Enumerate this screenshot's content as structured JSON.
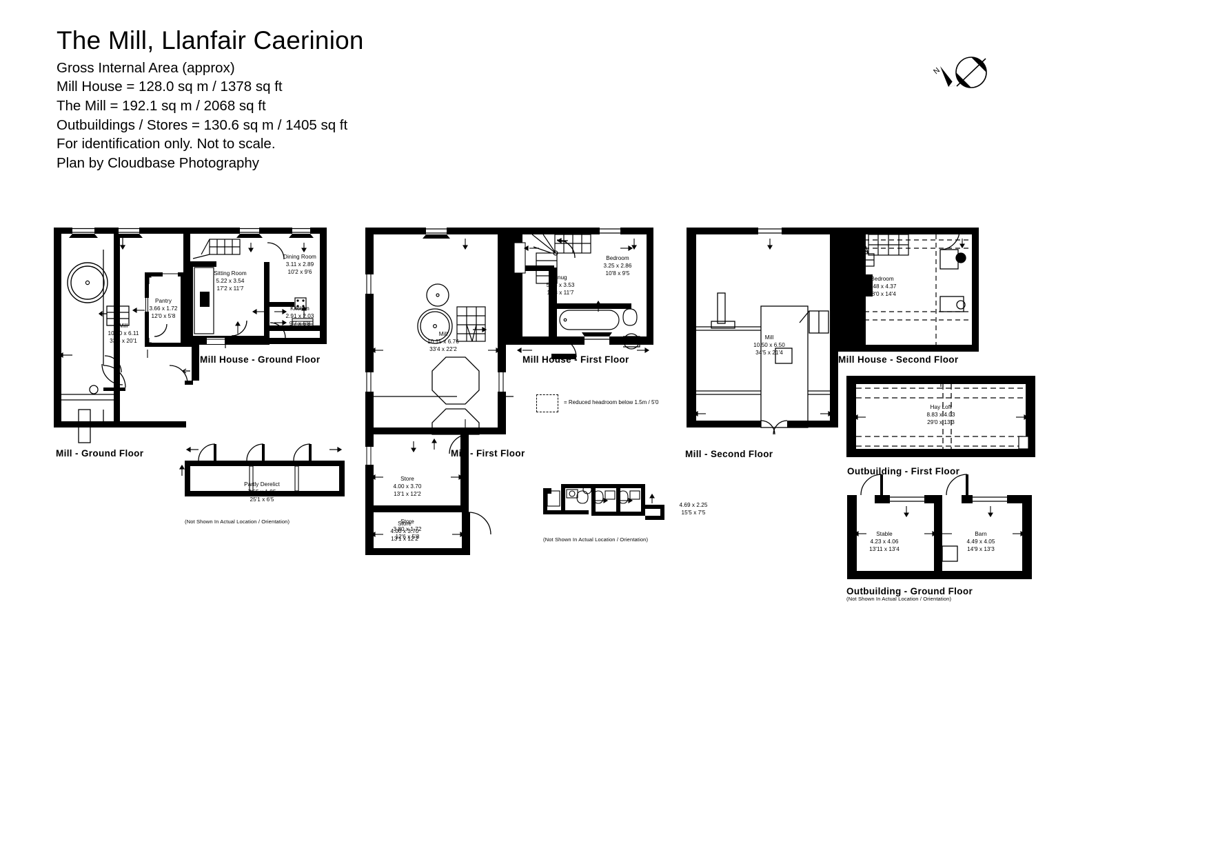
{
  "title": {
    "main": "The Mill, Llanfair Caerinion",
    "lines": [
      "Gross Internal Area (approx)",
      "Mill House = 128.0 sq m / 1378 sq ft",
      "The Mill = 192.1 sq m / 2068 sq ft",
      "Outbuildings / Stores = 130.6 sq m / 1405 sq ft",
      "For identification only. Not to scale.",
      "Plan by Cloudbase Photography"
    ]
  },
  "compass": {
    "label": "N"
  },
  "legend": {
    "text": "= Reduced headroom below 1.5m / 5'0"
  },
  "plans": {
    "mill_ground": {
      "label": "Mill - Ground Floor"
    },
    "mill_house_ground": {
      "label": "Mill House - Ground Floor"
    },
    "mill_first": {
      "label": "Mill - First Floor"
    },
    "mill_house_first": {
      "label": "Mill House - First Floor"
    },
    "mill_second": {
      "label": "Mill - Second Floor"
    },
    "mill_house_second": {
      "label": "Mill House - Second Floor"
    },
    "outbuilding_first": {
      "label": "Outbuilding - First Floor"
    },
    "outbuilding_ground": {
      "label": "Outbuilding - Ground Floor"
    },
    "note_not_shown": "(Not Shown In Actual Location / Orientation)"
  },
  "rooms": {
    "mill_gf": {
      "name": "Mill",
      "metric": "10.20 x 6.11",
      "imperial": "33'6 x 20'1"
    },
    "pantry": {
      "name": "Pantry",
      "metric": "3.66 x 1.72",
      "imperial": "12'0 x 5'8"
    },
    "sitting_room": {
      "name": "Sitting Room",
      "metric": "5.22 x 3.54",
      "imperial": "17'2 x 11'7"
    },
    "dining_room": {
      "name": "Dining Room",
      "metric": "3.11 x 2.89",
      "imperial": "10'2 x 9'6"
    },
    "kitchen": {
      "name": "Kitchen",
      "metric": "2.91 x 2.03",
      "imperial": "9'7 x 6'8"
    },
    "mill_ff": {
      "name": "Mill",
      "metric": "10.15 x 6.76",
      "imperial": "33'4 x 22'2"
    },
    "snug": {
      "name": "Snug",
      "metric": "5.38 x 3.53",
      "imperial": "17'8 x 11'7"
    },
    "bedroom_ff": {
      "name": "Bedroom",
      "metric": "3.25 x 2.86",
      "imperial": "10'8 x 9'5"
    },
    "mill_sf": {
      "name": "Mill",
      "metric": "10.50 x 6.50",
      "imperial": "34'5 x 21'4"
    },
    "bedroom_sf": {
      "name": "Bedroom",
      "metric": "5.48 x 4.37",
      "imperial": "18'0 x 14'4"
    },
    "partly_derelict": {
      "name": "Partly Derelict",
      "metric": "7.65 x 1.95",
      "imperial": "25'1 x 6'5"
    },
    "store_1": {
      "name": "Store",
      "metric": "4.00 x 3.70",
      "imperial": "13'1 x 12'2"
    },
    "store_2": {
      "name": "Store",
      "metric": "3.80 x 1.72",
      "imperial": "12'6 x 5'8"
    },
    "bathroom_block": {
      "name": "",
      "metric": "4.69 x 2.25",
      "imperial": "15'5 x 7'5"
    },
    "hay_loft": {
      "name": "Hay Loft",
      "metric": "8.83 x 4.03",
      "imperial": "29'0 x 13'3"
    },
    "stable": {
      "name": "Stable",
      "metric": "4.23 x 4.06",
      "imperial": "13'11 x 13'4"
    },
    "barn": {
      "name": "Barn",
      "metric": "4.49 x 4.05",
      "imperial": "14'9 x 13'3"
    }
  }
}
